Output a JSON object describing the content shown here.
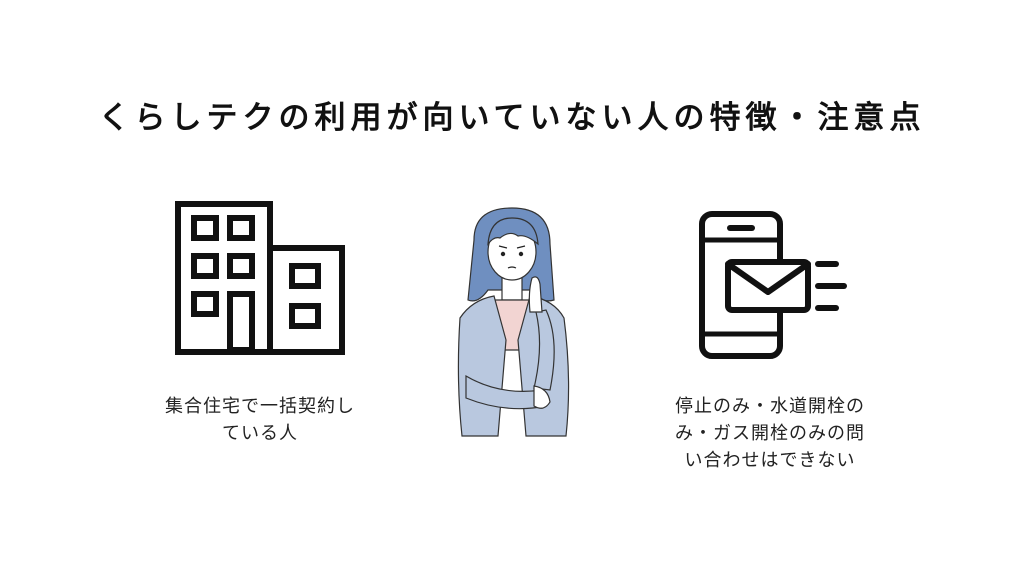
{
  "title": "くらしテクの利用が向いていない人の特徴・注意点",
  "items": [
    {
      "icon": "apartment-building-icon",
      "caption_lines": [
        "集合住宅で一括契約し",
        "ている人"
      ]
    },
    {
      "icon": "thinking-woman-illustration"
    },
    {
      "icon": "smartphone-mail-icon",
      "caption_lines": [
        "停止のみ・水道開栓の",
        "み・ガス開栓のみの問",
        "い合わせはできない"
      ]
    }
  ],
  "colors": {
    "icon_stroke": "#111111",
    "hair": "#6f8fc0",
    "jacket": "#b9c8df",
    "shirt": "#f2d4d2"
  }
}
